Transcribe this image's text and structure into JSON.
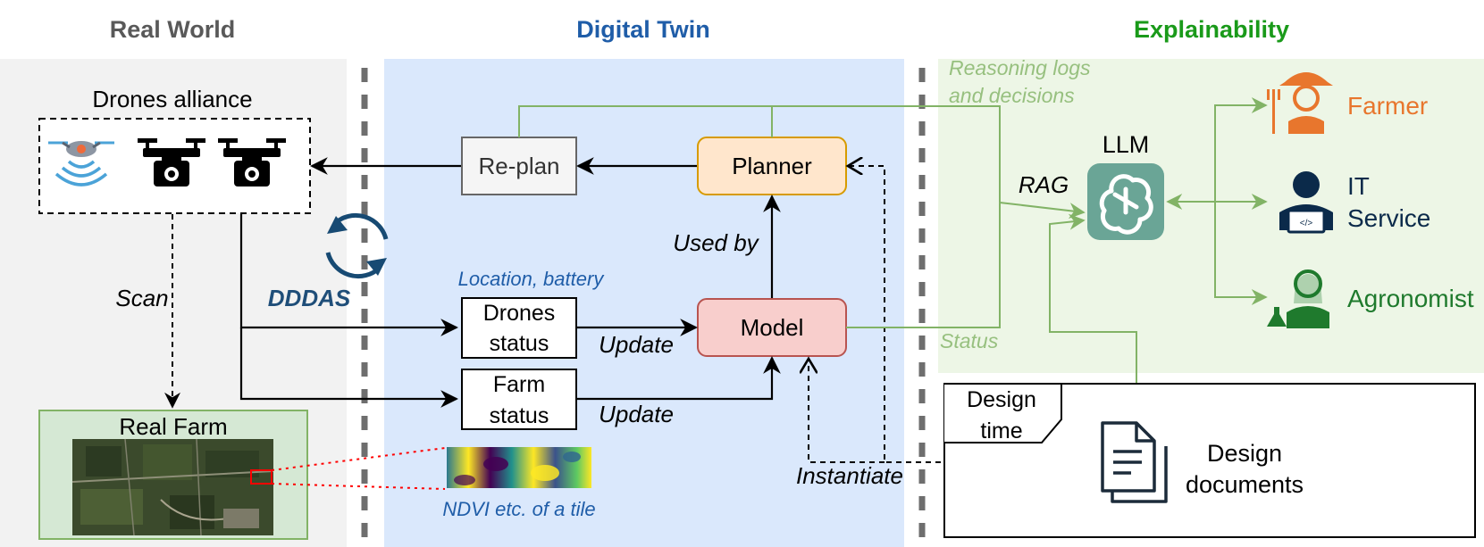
{
  "sections": {
    "real_world": "Real World",
    "digital_twin": "Digital Twin",
    "explainability": "Explainability"
  },
  "colors": {
    "real_world_bg": "#f2f2f2",
    "digital_twin_bg": "#dae8fc",
    "explain_bg": "#edf6e6",
    "explain_green": "#82b366",
    "blue_text": "#1f5da8",
    "planner_fill": "#ffe6cc",
    "planner_stroke": "#d79b00",
    "model_fill": "#f8cecc",
    "model_stroke": "#b85450",
    "llm_teal": "#6aa596",
    "farmer": "#e8762d",
    "it_service": "#0b2a4a",
    "agronomist": "#1f7a2d",
    "ndvi_link": "#ff0000"
  },
  "real_world": {
    "drones_alliance": "Drones alliance",
    "scan": "Scan",
    "real_farm": "Real Farm"
  },
  "digital_twin": {
    "replan": "Re-plan",
    "planner": "Planner",
    "model": "Model",
    "used_by": "Used by",
    "dddas": "DDDAS",
    "location_battery": "Location, battery",
    "drones_status_1": "Drones",
    "drones_status_2": "status",
    "farm_status_1": "Farm",
    "farm_status_2": "status",
    "update_1": "Update",
    "update_2": "Update",
    "ndvi_caption": "NDVI etc. of a tile",
    "instantiate": "Instantiate"
  },
  "explainability": {
    "reasoning_1": "Reasoning logs",
    "reasoning_2": "and decisions",
    "llm": "LLM",
    "rag": "RAG",
    "status": "Status",
    "farmer": "Farmer",
    "it_service_1": "IT",
    "it_service_2": "Service",
    "agronomist": "Agronomist"
  },
  "design": {
    "design_time_1": "Design",
    "design_time_2": "time",
    "documents_1": "Design",
    "documents_2": "documents"
  },
  "icons": [
    "drone-wifi-icon",
    "drone-camera-icon",
    "cycle-arrows-icon",
    "openai-logo-icon",
    "farmer-icon",
    "developer-icon",
    "scientist-icon",
    "document-icon"
  ]
}
